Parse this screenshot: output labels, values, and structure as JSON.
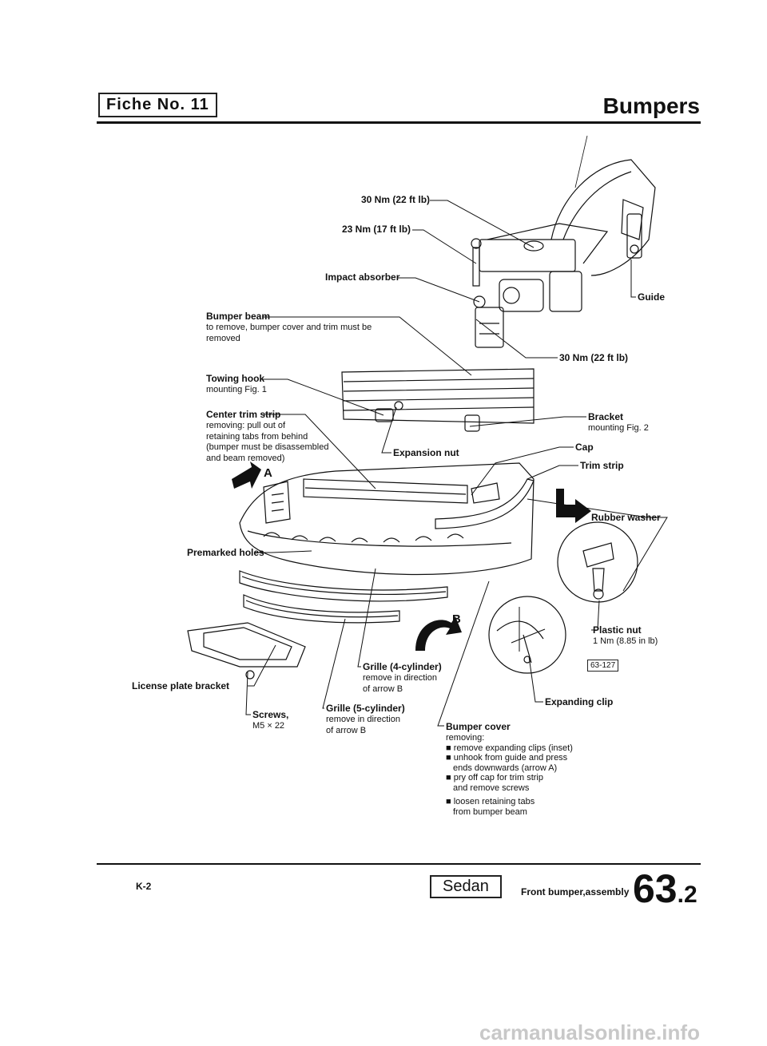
{
  "header": {
    "fiche": "Fiche No. 11",
    "title": "Bumpers"
  },
  "labels": {
    "torque_30_top": "30 Nm (22 ft lb)",
    "torque_23": "23 Nm (17 ft lb)",
    "impact_absorber": "Impact absorber",
    "guide": "Guide",
    "bumper_beam": "Bumper beam",
    "bumper_beam_note": "to remove, bumper cover and trim must be\nremoved",
    "torque_30_right": "30 Nm (22 ft lb)",
    "towing_hook": "Towing hook",
    "towing_hook_note": "mounting Fig. 1",
    "center_trim_strip": "Center trim strip",
    "center_trim_note": "removing: pull out of\nretaining tabs from behind\n(bumper must be disassembled\nand beam removed)",
    "bracket": "Bracket",
    "bracket_note": "mounting Fig. 2",
    "expansion_nut": "Expansion nut",
    "cap": "Cap",
    "trim_strip": "Trim strip",
    "arrow_a": "A",
    "rubber_washer": "Rubber washer",
    "premarked_holes": "Premarked holes",
    "arrow_b": "B",
    "plastic_nut": "Plastic nut",
    "plastic_nut_note": "1 Nm (8.85 in lb)",
    "grille_4": "Grille (4-cylinder)",
    "grille_4_note": "remove in direction\nof arrow B",
    "license_plate_bracket": "License plate bracket",
    "expanding_clip": "Expanding clip",
    "grille_5": "Grille (5-cylinder)",
    "grille_5_note": "remove in direction\nof arrow B",
    "screws": "Screws,",
    "screws_note": "M5 × 22",
    "bumper_cover": "Bumper cover",
    "bumper_cover_note": "removing:",
    "steps": [
      "remove expanding clips (inset)",
      "unhook from guide and press\nends downwards (arrow A)",
      "pry off cap for trim strip\nand remove screws",
      "loosen retaining tabs\nfrom bumper beam"
    ],
    "figure_number": "63-127"
  },
  "footer": {
    "code": "K-2",
    "model": "Sedan",
    "caption": "Front bumper,assembly",
    "page_major": "63",
    "page_minor": ".2"
  },
  "watermark": "carmanualsonline.info"
}
